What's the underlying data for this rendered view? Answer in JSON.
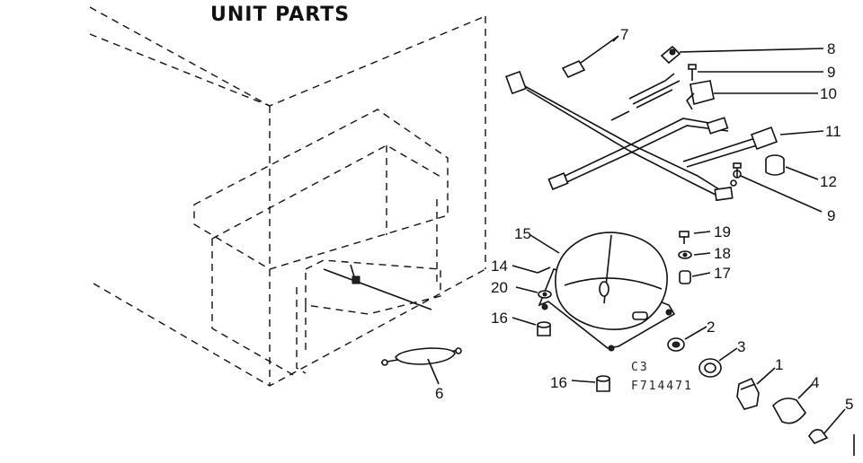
{
  "title": "UNIT PARTS",
  "footer_code": [
    "C3",
    "F714471"
  ],
  "callouts": {
    "c1": "1",
    "c2": "2",
    "c3": "3",
    "c4": "4",
    "c5": "5",
    "c6": "6",
    "c7": "7",
    "c8": "8",
    "c9a": "9",
    "c9b": "9",
    "c10": "10",
    "c11": "11",
    "c12": "12",
    "c14": "14",
    "c15": "15",
    "c16a": "16",
    "c16b": "16",
    "c17": "17",
    "c18": "18",
    "c19": "19",
    "c20": "20"
  }
}
